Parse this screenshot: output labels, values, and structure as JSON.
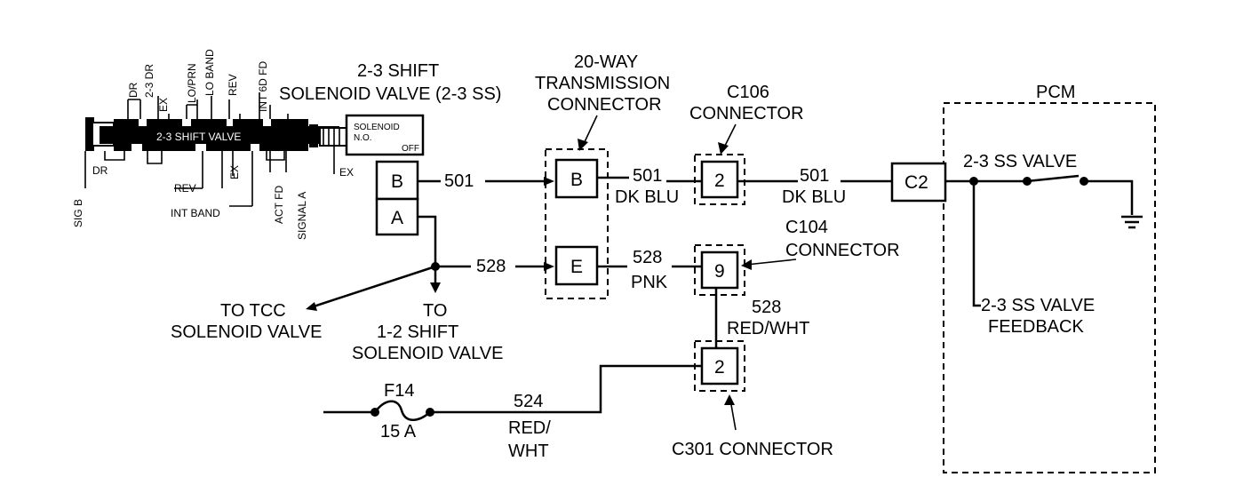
{
  "valve_labels": {
    "sig_b": "SIG B",
    "dr_top": "DR",
    "dr_23": "2-3 DR",
    "ex_top": "EX",
    "lo_prn": "LO/PRN",
    "lo_band": "LO BAND",
    "rev_top": "REV",
    "int_6d_fd": "INT 6D FD",
    "dr_bottom": "DR",
    "rev_bottom": "REV",
    "ex_bottom": "EX",
    "int_band": "INT BAND",
    "act_fd": "ACT FD",
    "signal_a": "SIGNAL A",
    "ex_solenoid": "EX",
    "shift_valve": "2-3 SHIFT VALVE",
    "solenoid_word": "SOLENOID",
    "solenoid_no": "N.O.",
    "solenoid_off": "OFF"
  },
  "solenoid": {
    "title_line1": "2-3 SHIFT",
    "title_line2": "SOLENOID VALVE (2-3 SS)",
    "pin_b": "B",
    "pin_a": "A"
  },
  "trans_connector": {
    "title_line1": "20-WAY",
    "title_line2": "TRANSMISSION",
    "title_line3": "CONNECTOR",
    "pin_b": "B",
    "pin_e": "E"
  },
  "c106": {
    "title_line1": "C106",
    "title_line2": "CONNECTOR",
    "pin": "2"
  },
  "c104": {
    "title_line1": "C104",
    "title_line2": "CONNECTOR",
    "pin": "9"
  },
  "c301": {
    "title": "C301 CONNECTOR",
    "pin": "2"
  },
  "wires": {
    "w501_a": "501",
    "w501_b_num": "501",
    "w501_b_color": "DK BLU",
    "w501_c_num": "501",
    "w501_c_color": "DK BLU",
    "w528_a": "528",
    "w528_b_num": "528",
    "w528_b_color": "PNK",
    "w528_c_num": "528",
    "w528_c_color": "RED/WHT",
    "w524_num": "524",
    "w524_color_line1": "RED/",
    "w524_color_line2": "WHT"
  },
  "fuse": {
    "name": "F14",
    "rating": "15 A"
  },
  "destinations": {
    "tcc_line1": "TO TCC",
    "tcc_line2": "SOLENOID VALVE",
    "to": "TO",
    "shift12_line1": "1-2 SHIFT",
    "shift12_line2": "SOLENOID VALVE"
  },
  "pcm": {
    "title": "PCM",
    "pin": "C2",
    "valve_label": "2-3 SS VALVE",
    "feedback_line1": "2-3 SS VALVE",
    "feedback_line2": "FEEDBACK"
  }
}
